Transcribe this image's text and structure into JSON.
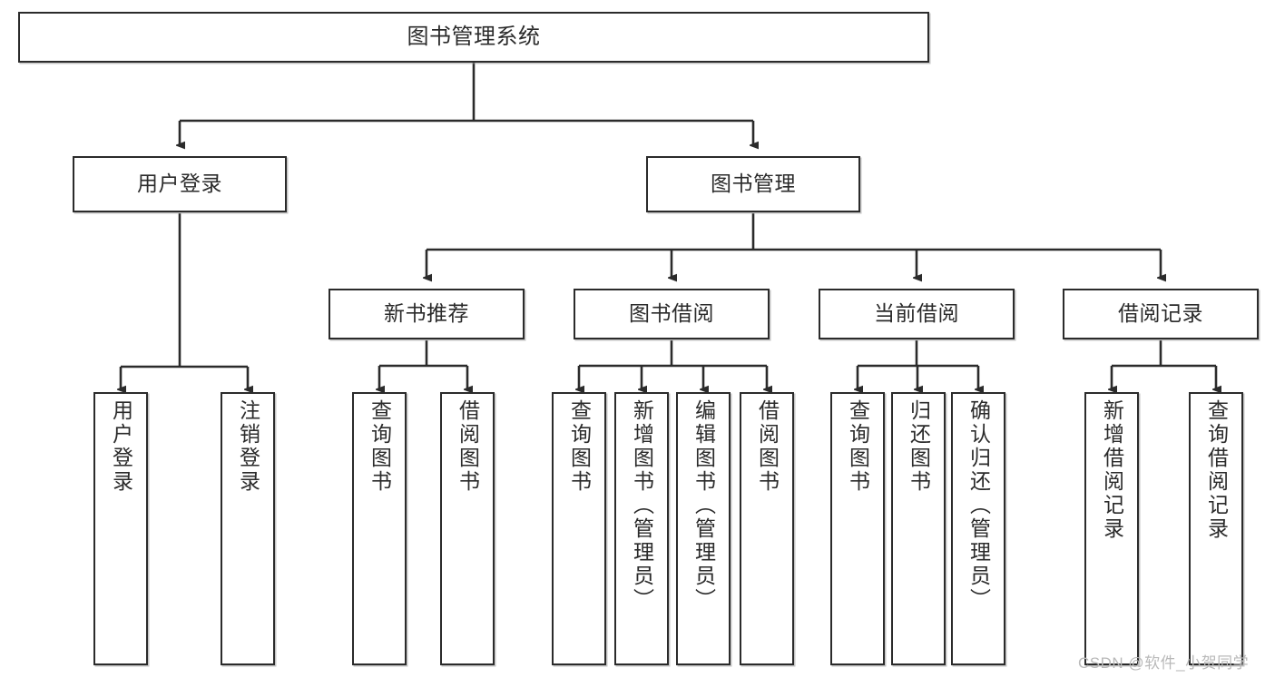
{
  "diagram": {
    "title": "图书管理系统",
    "type": "tree-hierarchy-chart",
    "watermark": "CSDN @软件_小贺同学",
    "colors": {
      "border": "#2b2b2b",
      "text": "#2b2b2b",
      "background": "#ffffff",
      "connector": "#2b2b2b",
      "watermark": "#b9b9b9"
    },
    "root": {
      "label": "图书管理系统"
    },
    "level2": [
      {
        "label": "用户登录"
      },
      {
        "label": "图书管理"
      }
    ],
    "level3": [
      {
        "label": "新书推荐"
      },
      {
        "label": "图书借阅"
      },
      {
        "label": "当前借阅"
      },
      {
        "label": "借阅记录"
      }
    ],
    "leaves": {
      "user_login": [
        {
          "label": "用户登录"
        },
        {
          "label": "注销登录"
        }
      ],
      "new_book_recommend": [
        {
          "label": "查询图书"
        },
        {
          "label": "借阅图书"
        }
      ],
      "book_borrow": [
        {
          "label": "查询图书"
        },
        {
          "label": "新增图书（管理员）"
        },
        {
          "label": "编辑图书（管理员）"
        },
        {
          "label": "借阅图书"
        }
      ],
      "current_borrow": [
        {
          "label": "查询图书"
        },
        {
          "label": "归还图书"
        },
        {
          "label": "确认归还（管理员）"
        }
      ],
      "borrow_record": [
        {
          "label": "新增借阅记录"
        },
        {
          "label": "查询借阅记录"
        }
      ]
    }
  }
}
